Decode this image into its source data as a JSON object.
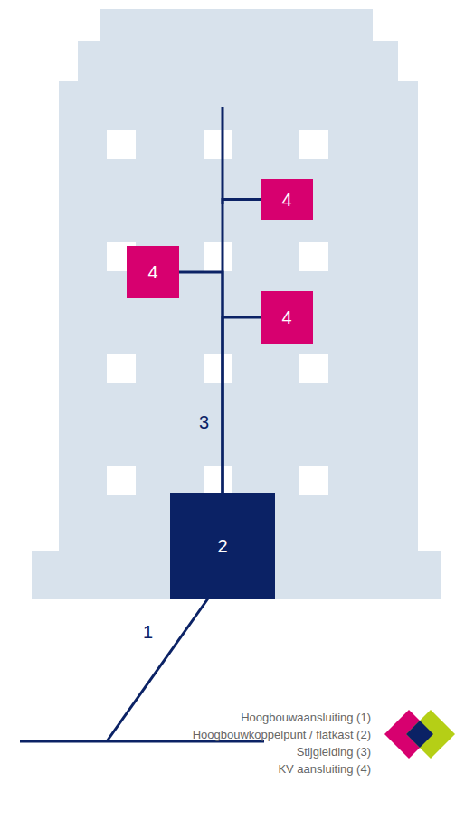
{
  "diagram": {
    "nodes": [
      {
        "text": [
          "4"
        ]
      },
      {
        "text": [
          "4"
        ]
      },
      {
        "text": [
          "4"
        ]
      },
      {
        "text": [
          "2"
        ]
      }
    ],
    "edges": [
      {
        "from": 3,
        "to": 0,
        "arrow": "none"
      },
      {
        "from": 3,
        "to": 1,
        "arrow": "none"
      },
      {
        "from": 3,
        "to": 2,
        "label": "3",
        "arrow": "none"
      }
    ],
    "labels": [
      "1",
      "Hoogbouwaansluiting (1)",
      "Hoogbouwkoppelpunt / flatkast (2)",
      "Stijgleiding (3)",
      "KV aansluiting (4)"
    ]
  }
}
